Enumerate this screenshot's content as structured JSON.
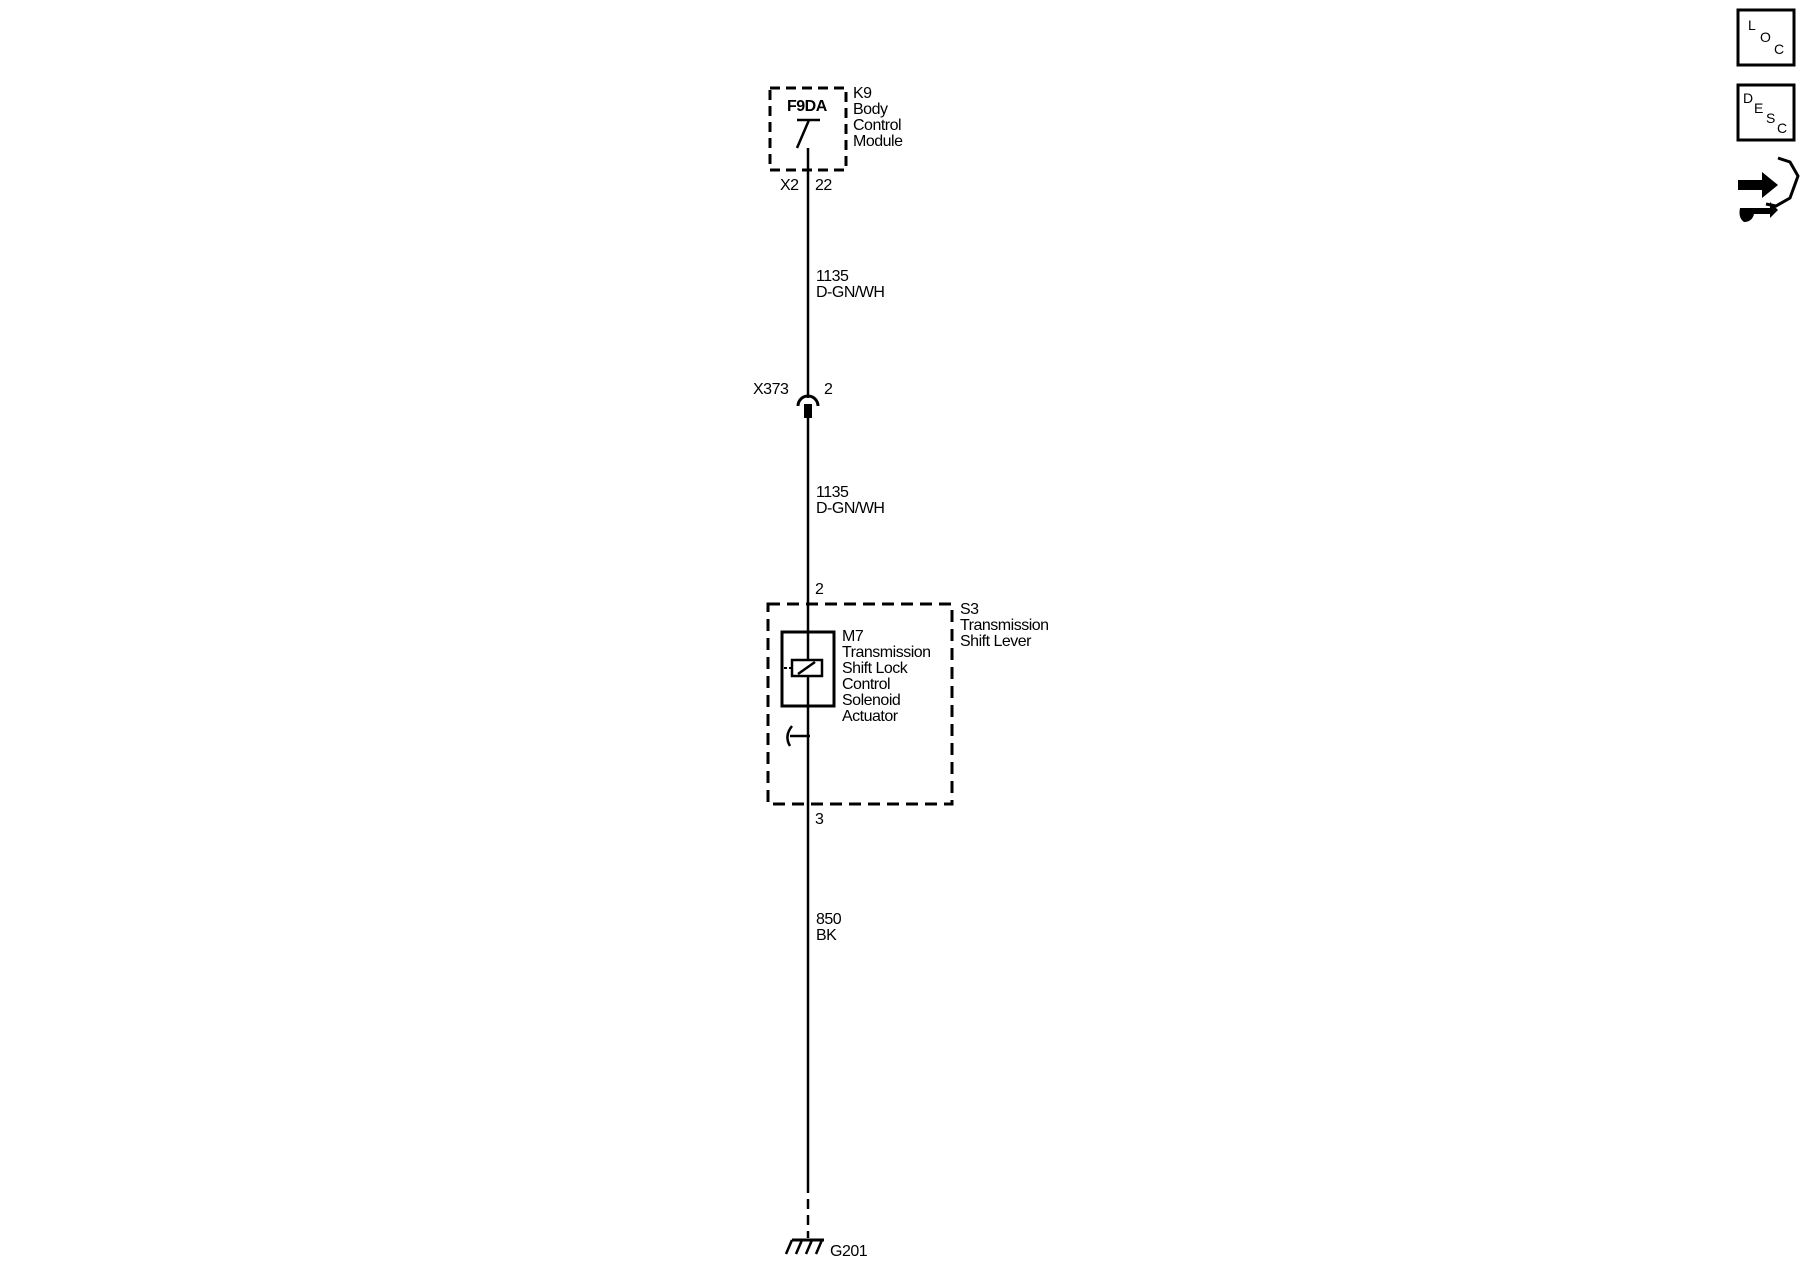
{
  "bcm": {
    "ref": "K9",
    "name_lines": [
      "Body",
      "Control",
      "Module"
    ],
    "internal_label": "F9DA",
    "connector": "X2",
    "pin": "22"
  },
  "wire_top": {
    "circuit": "1135",
    "color": "D-GN/WH"
  },
  "inline_connector": {
    "ref": "X373",
    "pin": "2"
  },
  "wire_middle": {
    "circuit": "1135",
    "color": "D-GN/WH"
  },
  "shift_lever": {
    "ref": "S3",
    "name_lines": [
      "Transmission",
      "Shift Lever"
    ],
    "pin_in": "2",
    "pin_out": "3"
  },
  "solenoid": {
    "ref": "M7",
    "name_lines": [
      "Transmission",
      "Shift Lock",
      "Control",
      "Solenoid",
      "Actuator"
    ]
  },
  "wire_bottom": {
    "circuit": "850",
    "color": "BK"
  },
  "ground": {
    "ref": "G201"
  },
  "side_icons": {
    "loc": [
      "L",
      "O",
      "C"
    ],
    "desc": [
      "D",
      "E",
      "S",
      "C"
    ]
  }
}
